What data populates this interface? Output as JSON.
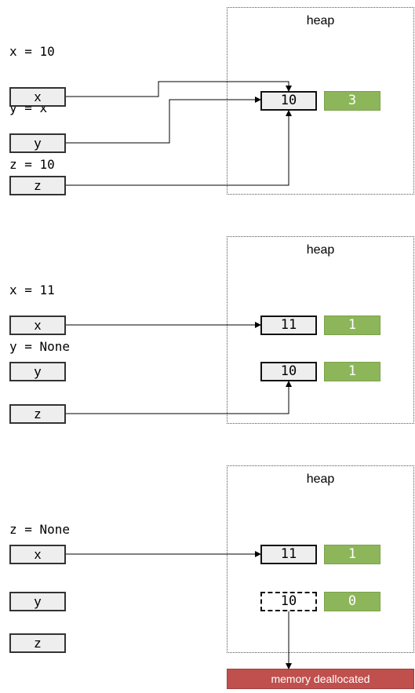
{
  "heap_label": "heap",
  "panels": [
    {
      "code": [
        "x = 10",
        "y = x",
        "z = 10"
      ],
      "variables": [
        "x",
        "y",
        "z"
      ],
      "objects": [
        {
          "value": "10",
          "refcount": "3",
          "freed": false
        }
      ]
    },
    {
      "code": [
        "x = 11",
        "y = None"
      ],
      "variables": [
        "x",
        "y",
        "z"
      ],
      "objects": [
        {
          "value": "11",
          "refcount": "1",
          "freed": false
        },
        {
          "value": "10",
          "refcount": "1",
          "freed": false
        }
      ]
    },
    {
      "code": [
        "z = None"
      ],
      "variables": [
        "x",
        "y",
        "z"
      ],
      "objects": [
        {
          "value": "11",
          "refcount": "1",
          "freed": false
        },
        {
          "value": "10",
          "refcount": "0",
          "freed": true
        }
      ]
    }
  ],
  "dealloc_label": "memory deallocated",
  "colors": {
    "refcount_fill": "#8db65a",
    "dealloc_fill": "#c0504d",
    "box_fill": "#eeeeee"
  }
}
